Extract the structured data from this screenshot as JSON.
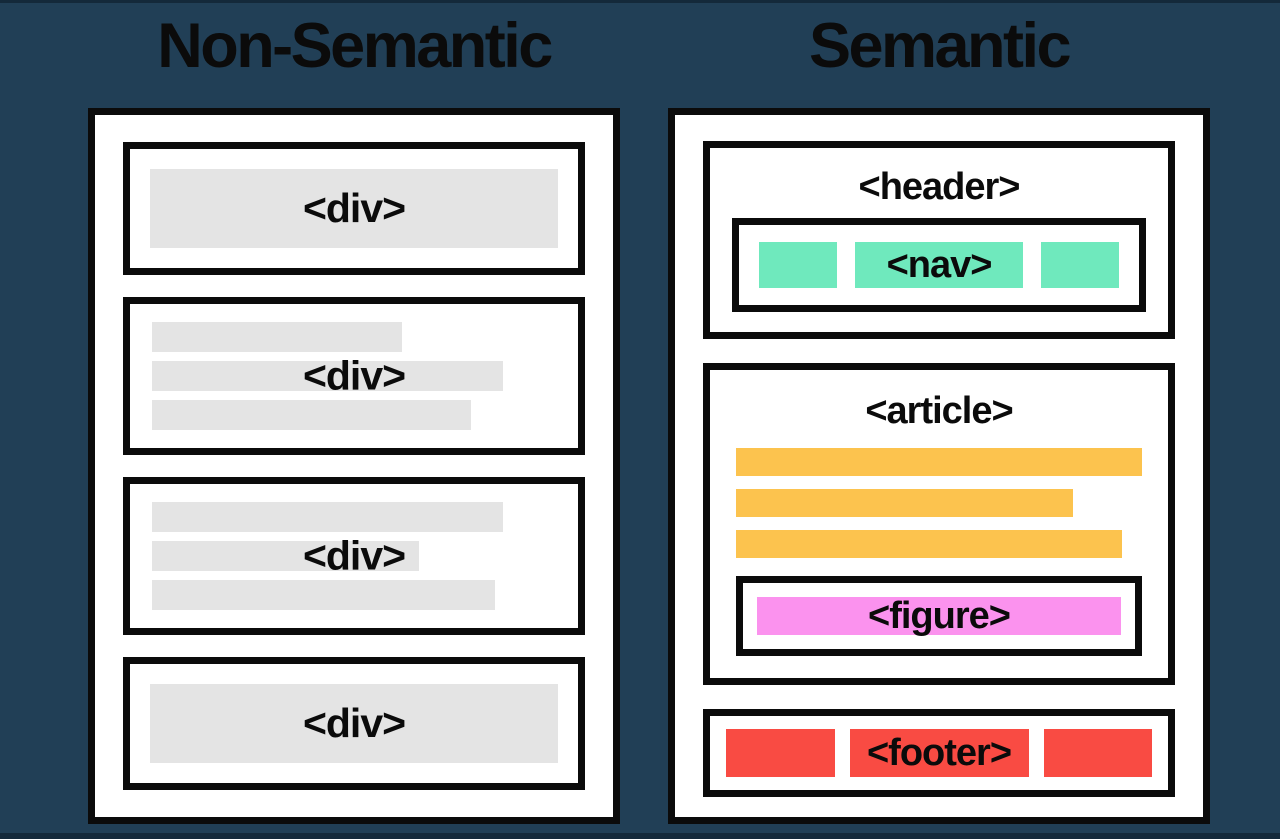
{
  "titles": {
    "left": "Non-Semantic",
    "right": "Semantic"
  },
  "left_panel": {
    "boxes": [
      {
        "type": "solid",
        "label": "<div>"
      },
      {
        "type": "bars",
        "label": "<div>",
        "bars": [
          "62%",
          "87%",
          "79%"
        ]
      },
      {
        "type": "bars",
        "label": "<div>",
        "bars": [
          "87%",
          "66%",
          "85%"
        ]
      },
      {
        "type": "solid",
        "label": "<div>"
      }
    ]
  },
  "right_panel": {
    "header": {
      "label": "<header>",
      "nav": {
        "label": "<nav>"
      }
    },
    "article": {
      "label": "<article>",
      "bars": [
        "100%",
        "83%",
        "95%"
      ],
      "figure": {
        "label": "<figure>"
      }
    },
    "footer": {
      "label": "<footer>"
    }
  },
  "colors": {
    "background": "#213F56",
    "edge": "#14293A",
    "panel": "#FFFFFF",
    "border": "#0B0B0B",
    "text": "#0B0B0B",
    "gray": "#E4E4E4",
    "green": "#6FE9BD",
    "orange": "#FCC34E",
    "pink": "#FB92EE",
    "red": "#F94B43"
  }
}
